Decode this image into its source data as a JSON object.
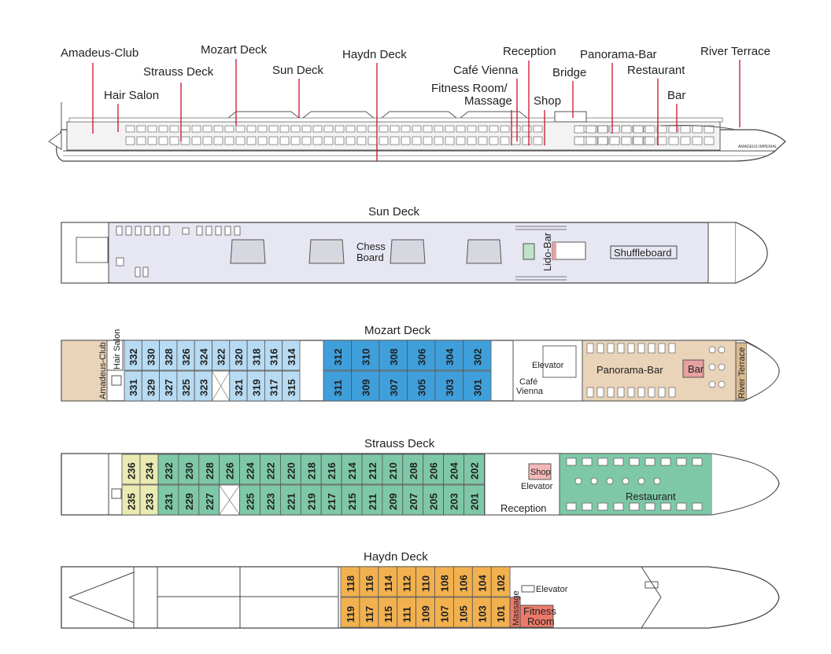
{
  "ship_labels": {
    "amadeus_club": "Amadeus-Club",
    "hair_salon": "Hair Salon",
    "strauss_deck": "Strauss Deck",
    "mozart_deck": "Mozart Deck",
    "sun_deck": "Sun Deck",
    "haydn_deck": "Haydn Deck",
    "fitness_room_line1": "Fitness Room/",
    "fitness_room_line2": "Massage",
    "cafe_vienna": "Café Vienna",
    "reception": "Reception",
    "shop": "Shop",
    "bridge": "Bridge",
    "panorama_bar": "Panorama-Bar",
    "restaurant": "Restaurant",
    "bar": "Bar",
    "river_terrace": "River Terrace"
  },
  "decks": {
    "sun": {
      "title": "Sun Deck",
      "chess_line1": "Chess",
      "chess_line2": "Board",
      "lido_bar": "Lido-Bar",
      "shuffleboard": "Shuffleboard"
    },
    "mozart": {
      "title": "Mozart Deck",
      "top_light": [
        "332",
        "330",
        "328",
        "326",
        "324",
        "322",
        "320",
        "318",
        "316",
        "314"
      ],
      "top_blue": [
        "312",
        "310",
        "308",
        "306",
        "304",
        "302"
      ],
      "bottom_light": [
        "331",
        "329",
        "327",
        "325",
        "323",
        "",
        "321",
        "319",
        "317",
        "315"
      ],
      "bottom_blue": [
        "311",
        "309",
        "307",
        "305",
        "303",
        "301"
      ],
      "amadeus_club": "Amadeus-Club",
      "hair_salon": "Hair Salon",
      "elevator": "Elevator",
      "cafe_line1": "Café",
      "cafe_line2": "Vienna",
      "panorama_bar": "Panorama-Bar",
      "bar": "Bar",
      "river_terrace": "River Terrace"
    },
    "strauss": {
      "title": "Strauss Deck",
      "top_yellow": [
        "236",
        "234"
      ],
      "top_green": [
        "232",
        "230",
        "228",
        "226",
        "224",
        "222",
        "220",
        "218",
        "216",
        "214",
        "212",
        "210",
        "208",
        "206",
        "204",
        "202"
      ],
      "bottom_yellow": [
        "235",
        "233"
      ],
      "bottom_green": [
        "231",
        "229",
        "227",
        "",
        "225",
        "223",
        "221",
        "219",
        "217",
        "215",
        "211",
        "209",
        "207",
        "205",
        "203",
        "201"
      ],
      "shop": "Shop",
      "elevator": "Elevator",
      "reception": "Reception",
      "restaurant": "Restaurant"
    },
    "haydn": {
      "title": "Haydn Deck",
      "top_orange": [
        "118",
        "116",
        "114",
        "112",
        "110",
        "108",
        "106",
        "104",
        "102"
      ],
      "bottom_orange": [
        "119",
        "117",
        "115",
        "111",
        "109",
        "107",
        "105",
        "103",
        "101"
      ],
      "massage": "Massage",
      "fitness_line1": "Fitness",
      "fitness_line2": "Room",
      "elevator": "Elevator"
    }
  },
  "colors": {
    "sun_fill": "#e6e7f2",
    "light_blue": "#b7dbf2",
    "dark_blue": "#3f9fdb",
    "yellow": "#e9ebb3",
    "green": "#7ec8a8",
    "orange": "#f2b14e",
    "red_box": "#ec7a6a",
    "tan": "#e9d3b9",
    "pink": "#f2b8b8",
    "leader": "#c8102e"
  }
}
